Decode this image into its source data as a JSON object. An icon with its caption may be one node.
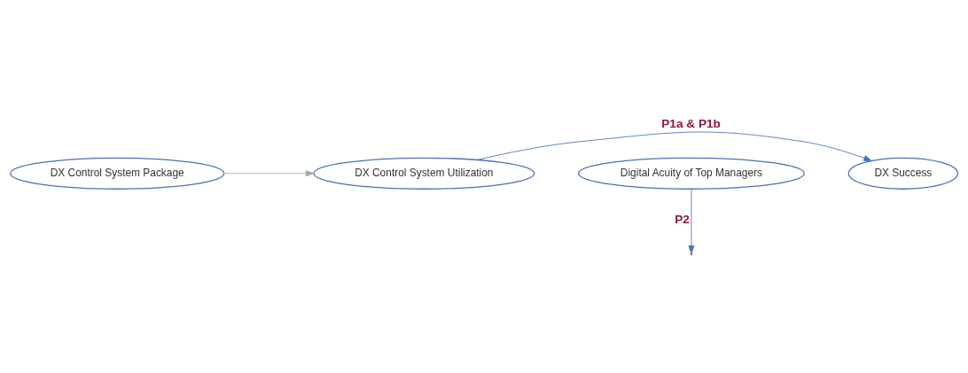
{
  "diagram": {
    "nodes": [
      {
        "text": [
          "DX Control System Package"
        ]
      },
      {
        "text": [
          "DX Control System Utilization"
        ]
      },
      {
        "text": [
          "DX Success"
        ]
      },
      {
        "text": [
          "Digital Acuity of Top Managers"
        ]
      }
    ],
    "edges": [
      {
        "from": 0,
        "to": 1,
        "arrow": "to",
        "color": "#a6a6a6"
      },
      {
        "from": 1,
        "to": 2,
        "arrow": "to",
        "label": "P1a & P1b"
      },
      {
        "from": 3,
        "to": null,
        "arrow": "to",
        "label": "P2"
      }
    ]
  }
}
